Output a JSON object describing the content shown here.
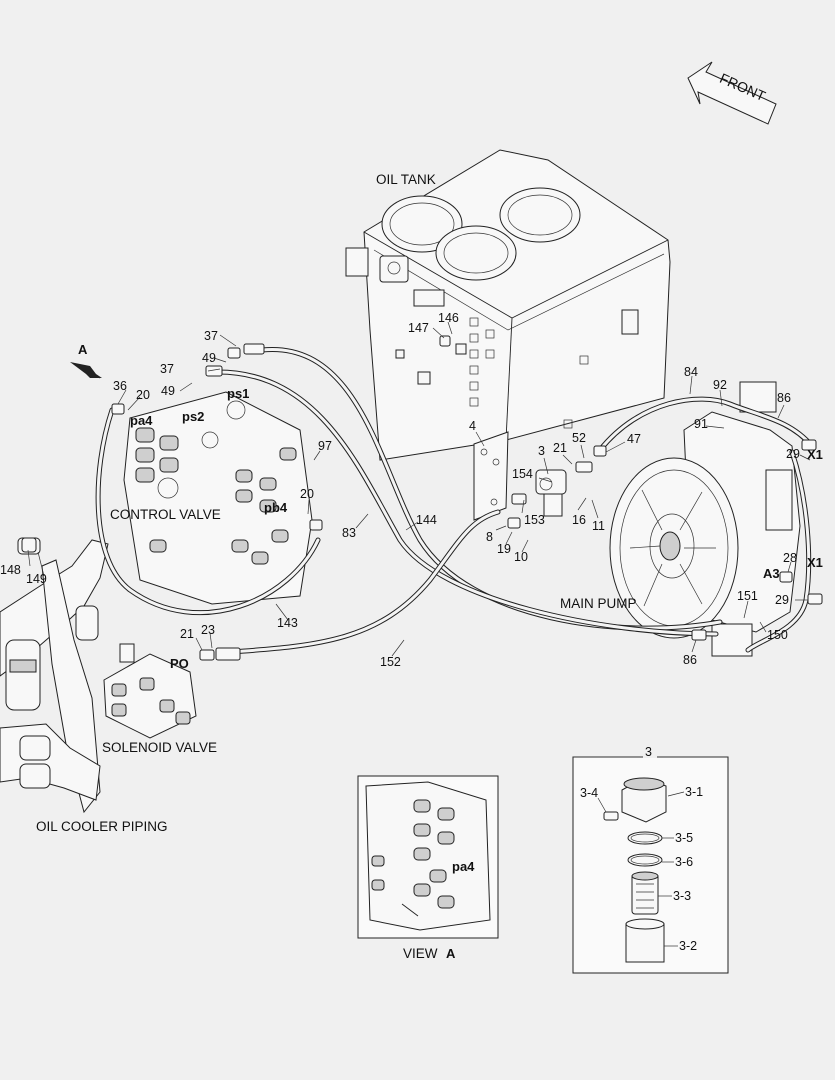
{
  "title": "",
  "front_label": "FRONT",
  "view_marker": "A",
  "captions": {
    "oil_tank": "OIL TANK",
    "control_valve": "CONTROL VALVE",
    "main_pump": "MAIN PUMP",
    "solenoid_valve": "SOLENOID VALVE",
    "oil_cooler_piping": "OIL COOLER PIPING",
    "view_a_prefix": "VIEW",
    "view_a_letter": "A"
  },
  "port_labels": {
    "pa4": "pa4",
    "ps2": "ps2",
    "ps1": "ps1",
    "pb4": "pb4",
    "po": "PO",
    "x1_top": "X1",
    "x1_bottom": "X1",
    "a3": "A3",
    "pa4_view": "pa4"
  },
  "callouts": {
    "c37a": "37",
    "c37b": "37",
    "c49a": "49",
    "c49b": "49",
    "c36": "36",
    "c20a": "20",
    "c147": "147",
    "c146": "146",
    "c4": "4",
    "c3": "3",
    "c21a": "21",
    "c52": "52",
    "c47": "47",
    "c154": "154",
    "c153": "153",
    "c16": "16",
    "c11": "11",
    "c8": "8",
    "c19": "19",
    "c10": "10",
    "c84": "84",
    "c92": "92",
    "c86a": "86",
    "c91": "91",
    "c29a": "29",
    "c28": "28",
    "c29b": "29",
    "c151": "151",
    "c150": "150",
    "c86b": "86",
    "c83": "83",
    "c144": "144",
    "c20b": "20",
    "c97": "97",
    "c143": "143",
    "c21b": "21",
    "c23": "23",
    "c152": "152",
    "c148": "148",
    "c149": "149"
  },
  "inset_3": {
    "title": "3",
    "items": [
      "3-1",
      "3-4",
      "3-5",
      "3-6",
      "3-3",
      "3-2"
    ]
  }
}
